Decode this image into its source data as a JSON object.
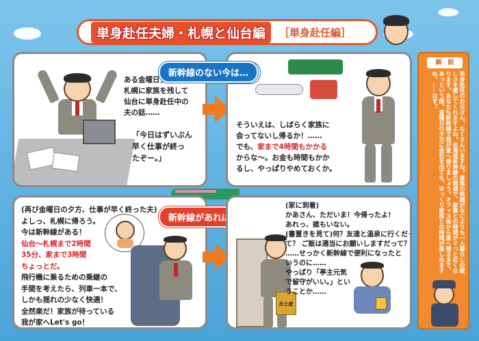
{
  "title": {
    "main": "単身赴任夫婦・札幌と仙台編",
    "sub": "［単身赴任編］"
  },
  "panel1": {
    "narration": [
      "ある金曜日夕刻、",
      "札幌に家族を残して",
      "仙台に単身赴任中の",
      "夫の話……"
    ],
    "speech": [
      "「今日はずいぶん",
      "早く仕事が終っ",
      "たぞー。」"
    ]
  },
  "panel2": {
    "heading": "新幹線のない今は…",
    "lines": [
      "そういえは、しばらく家族に",
      "会ってないし帰るか！……",
      "でも、",
      "家まで4時間もかかる",
      "からな～。お金も時間もかか",
      "るし、やっぱりやめておくか。"
    ]
  },
  "panel3": {
    "heading": "新幹線があれば！…",
    "lines": [
      "(再び金曜日の夕方、仕事が早く終った夫)",
      "よしっ、札幌に帰ろう。",
      "今は新幹線がある！",
      "仙台～札幌まで2時間",
      "35分、家まで3時間",
      "ちょっとだ。",
      "飛行機に乗るための乗継の",
      "手間を考えたら、列車一本で、",
      "しかも揺れの少なく快適！",
      "全然楽だ！家族が待っている",
      "我が家へLet's go！"
    ]
  },
  "panel4": {
    "lines": [
      "(家に到着)",
      "かあさん、ただいま！今帰ったよ！",
      "あれっ、誰もいない。",
      "(書置きを見て)何？友達と温泉に行くだっ",
      "て？ ご飯は適当にお願いしますだって？",
      "……せっかく新幹線で便利になったと",
      "いうのに……",
      "やっぱり「亭主元気",
      "で留守がいい。」とい",
      "うことか……"
    ],
    "bag_label": "お土産"
  },
  "sidebar": {
    "heading": "解　説",
    "text": "単身赴任のお父さん、たくさんいますね。家族の笑顔がなによりも一人暮らしの寂しさを癒してくれますよね。北海道新幹線の開通で、家族との時間がぐっと近くなります。あなたも新幹線で我が家へ帰りましょう。オフィス街から家へ帰るまで、あっという間。金曜日の夕方に会社を出ても、ゆっくり家族との時間が楽しめますね。……はず？"
  },
  "colors": {
    "accent": "#e2572b",
    "blue": "#1a74c4",
    "orange": "#f08a2c"
  }
}
